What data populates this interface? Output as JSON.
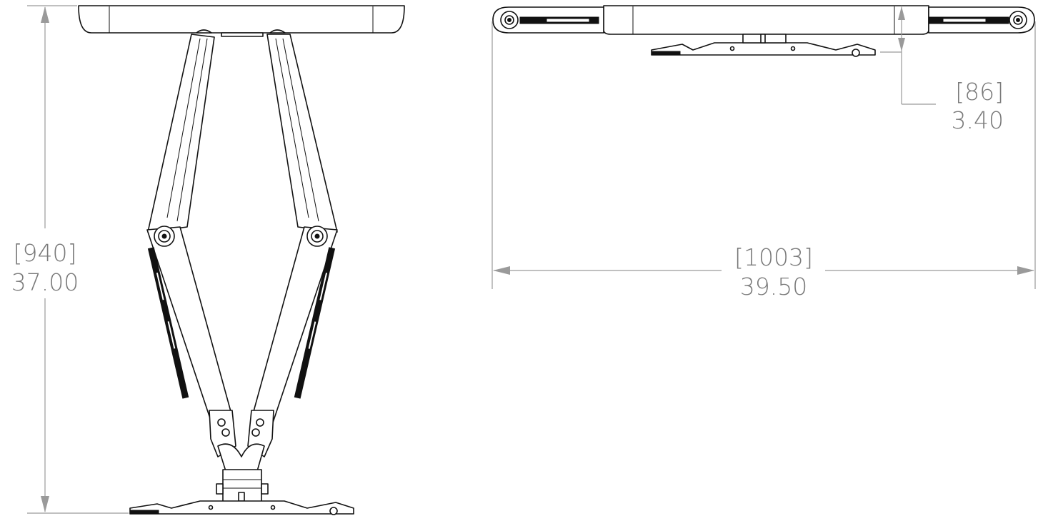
{
  "front_view": {
    "height_mm": "[940]",
    "height_in": "37.00"
  },
  "top_view": {
    "width_mm": "[1003]",
    "width_in": "39.50",
    "depth_mm": "[86]",
    "depth_in": "3.40"
  },
  "colors": {
    "dimension": "#9a9a9a",
    "dimension_text": "#7a7a7a",
    "outline": "#111111"
  }
}
